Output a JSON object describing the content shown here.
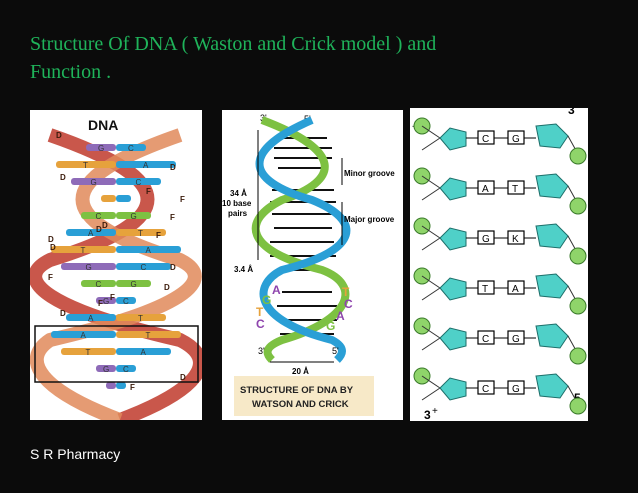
{
  "slide": {
    "title_line1": "Structure Of DNA ( Waston and Crick model ) and",
    "title_line2": "Function .",
    "footer": "S R Pharmacy"
  },
  "panel1": {
    "heading": "DNA",
    "strand_letters": [
      "D",
      "D",
      "D",
      "F",
      "D",
      "F",
      "D",
      "F",
      "D",
      "F",
      "D",
      "F",
      "D",
      "F",
      "D",
      "F",
      "D",
      "F",
      "D"
    ],
    "base_rows": [
      {
        "left": "G",
        "right": "C"
      },
      {
        "left": "T",
        "right": "A"
      },
      {
        "left": "G",
        "right": "C"
      },
      {
        "left": "T",
        "right": "A"
      },
      {
        "left": "C",
        "right": "G"
      },
      {
        "left": "A",
        "right": "T"
      },
      {
        "left": "T",
        "right": "A"
      },
      {
        "left": "G",
        "right": "C"
      },
      {
        "left": "C",
        "right": "G"
      },
      {
        "left": "G",
        "right": "C"
      },
      {
        "left": "A",
        "right": "T"
      },
      {
        "left": "A",
        "right": "T"
      },
      {
        "left": "T",
        "right": "A"
      },
      {
        "left": "G",
        "right": "C"
      },
      {
        "left": "G",
        "right": "C"
      }
    ]
  },
  "panel2": {
    "top_left": "3'",
    "top_right": "5'",
    "bottom_left": "3'",
    "bottom_right": "5'",
    "dim1": "34 Å",
    "dim2": "10 base",
    "dim3": "pairs",
    "dim4": "3.4 Å",
    "minor": "Minor groove",
    "major": "Major groove",
    "width": "20 Å",
    "letters_left": [
      "G",
      "T",
      "C"
    ],
    "letters_right": [
      "A",
      "T",
      "C",
      "G",
      "A"
    ],
    "caption1": "STRUCTURE OF DNA BY",
    "caption2": "WATSON AND CRICK"
  },
  "panel3": {
    "top_mark": "3",
    "bottom_mark": "3",
    "right_mark": "5",
    "plus_top": "+",
    "plus_bottom": "+",
    "pairs": [
      {
        "left": "C",
        "right": "G"
      },
      {
        "left": "A",
        "right": "T"
      },
      {
        "left": "G",
        "right": "K"
      },
      {
        "left": "T",
        "right": "A"
      },
      {
        "left": "C",
        "right": "G"
      },
      {
        "left": "C",
        "right": "G"
      }
    ]
  }
}
